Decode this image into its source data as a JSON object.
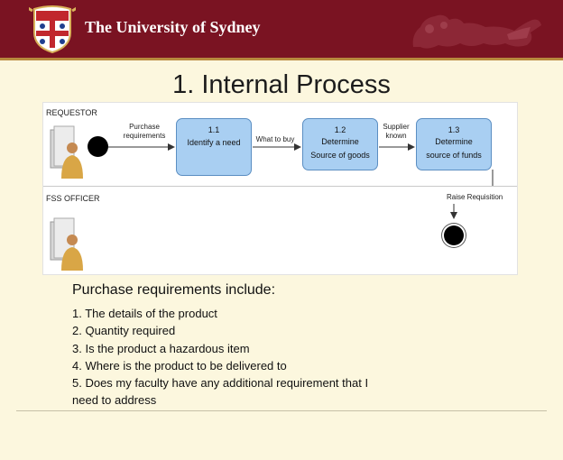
{
  "header": {
    "university_name": "The University of Sydney",
    "colors": {
      "band": "#7a1322",
      "rule": "#b8893e"
    }
  },
  "slide": {
    "title": "1. Internal Process",
    "background": "#fcf7de"
  },
  "diagram": {
    "lanes": [
      {
        "label": "REQUESTOR"
      },
      {
        "label": "FSS OFFICER"
      }
    ],
    "processes": [
      {
        "number": "1.1",
        "label": "Identify a need"
      },
      {
        "number": "1.2",
        "label_line1": "Determine",
        "label_line2": "Source of goods"
      },
      {
        "number": "1.3",
        "label_line1": "Determine",
        "label_line2": "source of funds"
      }
    ],
    "flows": {
      "purchase_line1": "Purchase",
      "purchase_line2": "requirements",
      "what_to_buy": "What to buy",
      "supplier_line1": "Supplier",
      "supplier_line2": "known",
      "raise_requisition": "Raise Requisition"
    },
    "colors": {
      "process_fill": "#a9cff2",
      "process_border": "#5b8ec2"
    }
  },
  "content": {
    "intro": "Purchase requirements include:",
    "items": [
      "1.   The details of the product",
      "2.   Quantity required",
      "3.   Is the product a hazardous item",
      "4.   Where is the product to be delivered to",
      "5.  Does my faculty have any additional requirement that I",
      "need to address"
    ]
  }
}
